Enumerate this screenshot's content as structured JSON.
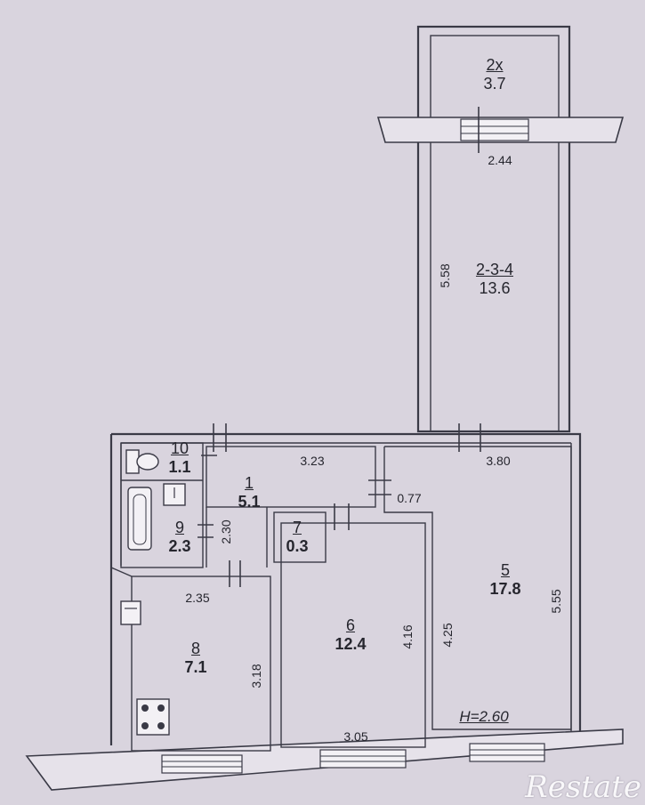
{
  "rooms": [
    {
      "number": "2x",
      "area": "3.7"
    },
    {
      "number": "2-3-4",
      "area": "13.6"
    },
    {
      "number": "10",
      "area": "1.1"
    },
    {
      "number": "1",
      "area": "5.1"
    },
    {
      "number": "9",
      "area": "2.3"
    },
    {
      "number": "7",
      "area": "0.3"
    },
    {
      "number": "5",
      "area": "17.8"
    },
    {
      "number": "8",
      "area": "7.1"
    },
    {
      "number": "6",
      "area": "12.4"
    }
  ],
  "dimensions": [
    "2.44",
    "5.58",
    "3.23",
    "3.80",
    "0.77",
    "2.30",
    "2.35",
    "5.55",
    "4.25",
    "4.16",
    "3.18",
    "3.05"
  ],
  "ceiling_height": "H=2.60",
  "watermark": "Restate"
}
